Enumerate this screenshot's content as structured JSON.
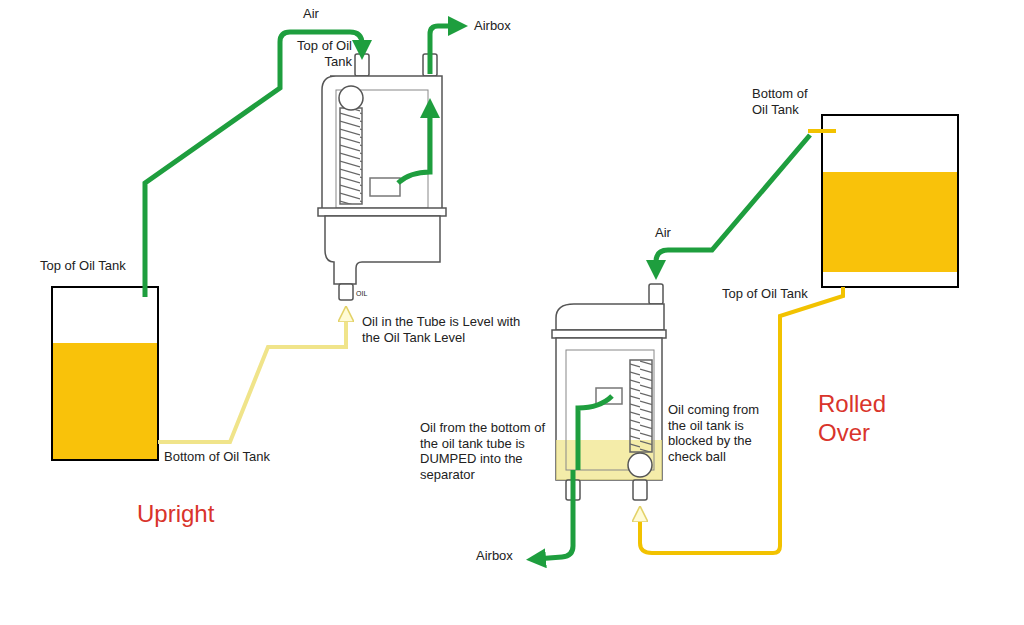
{
  "diagram": {
    "labels": [
      "Air",
      "Top of Oil Tank",
      "Airbox",
      "Top of Oil Tank",
      "OIL",
      "Oil in the Tube is Level with the Oil Tank Level",
      "Bottom of Oil Tank",
      "Upright",
      "Bottom of Oil Tank",
      "Air",
      "Top of Oil Tank",
      "Oil from the bottom of the oil tank tube is DUMPED into the separator",
      "Oil coming from the oil tank is blocked by the check ball",
      "Rolled Over",
      "Airbox"
    ]
  }
}
